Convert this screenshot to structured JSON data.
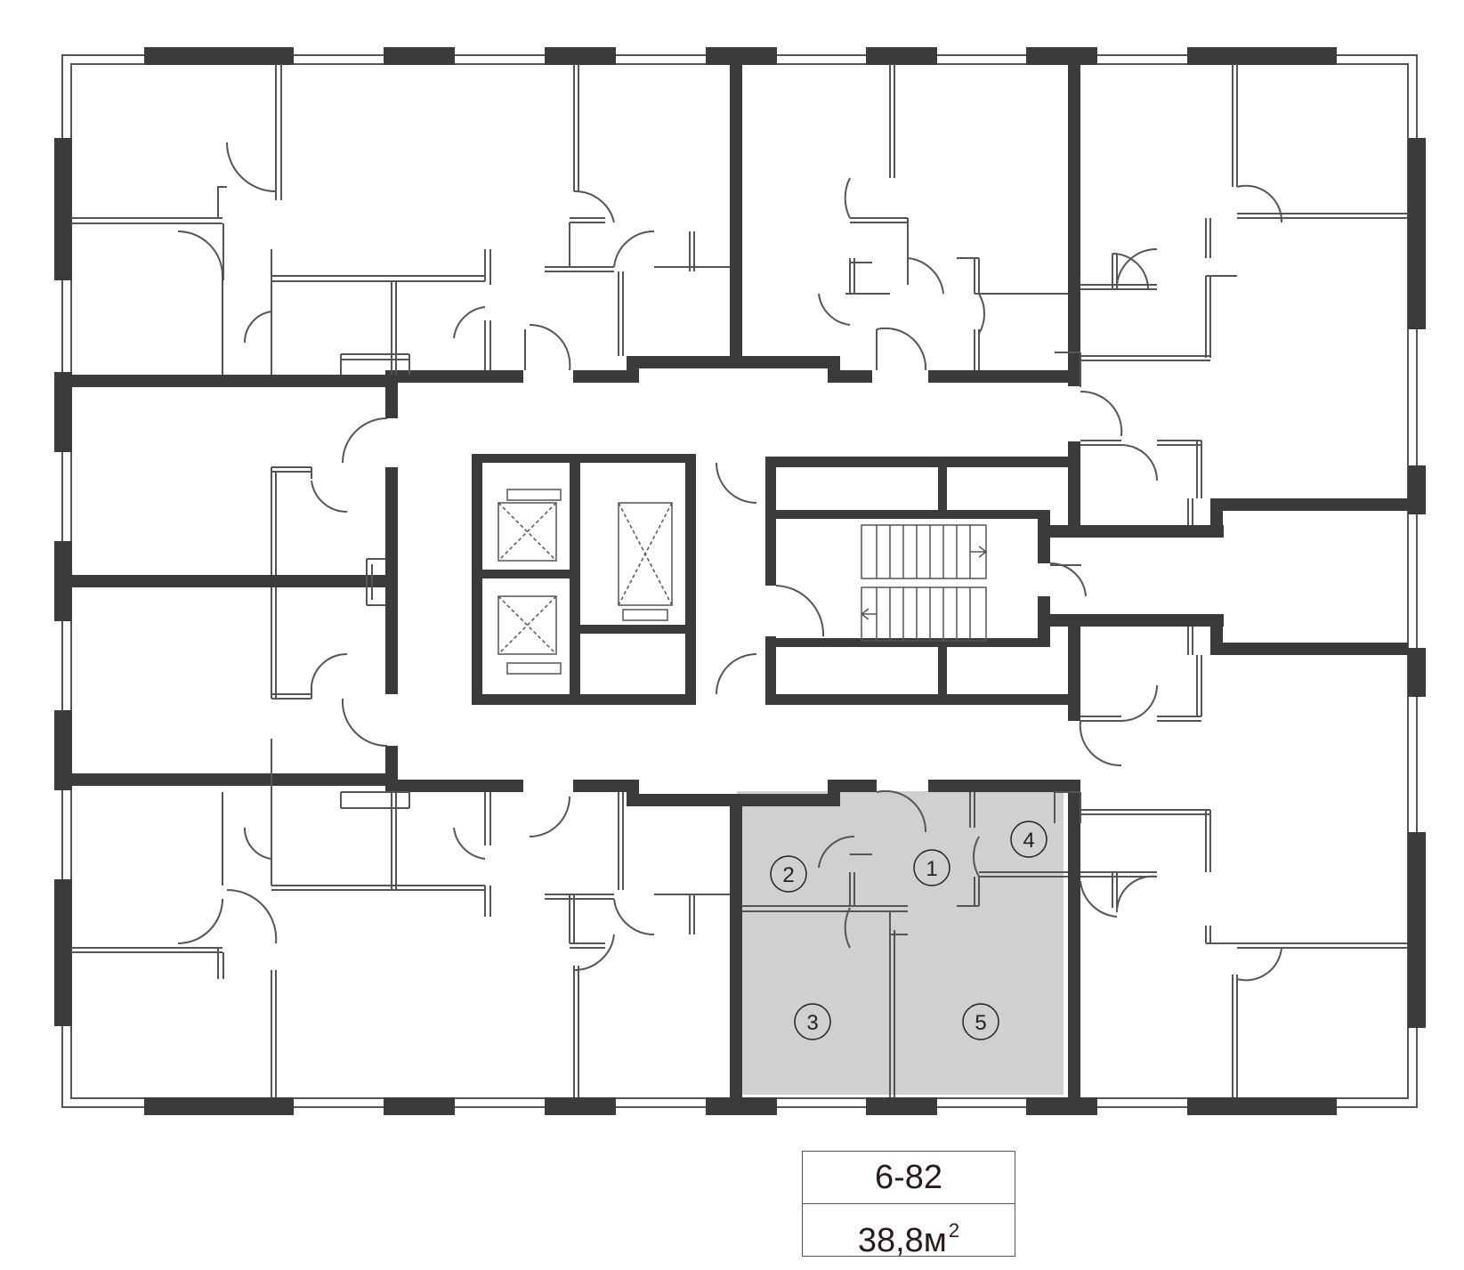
{
  "apartment": {
    "number": "6-82",
    "area_value": "38,8",
    "area_unit": "м",
    "area_exponent": "2"
  },
  "rooms": [
    {
      "id": "1"
    },
    {
      "id": "2"
    },
    {
      "id": "3"
    },
    {
      "id": "4"
    },
    {
      "id": "5"
    }
  ],
  "colors": {
    "wall": "#3b3b3b",
    "highlight": "#d0d0d0",
    "thin_line": "#555555",
    "background": "#ffffff"
  }
}
